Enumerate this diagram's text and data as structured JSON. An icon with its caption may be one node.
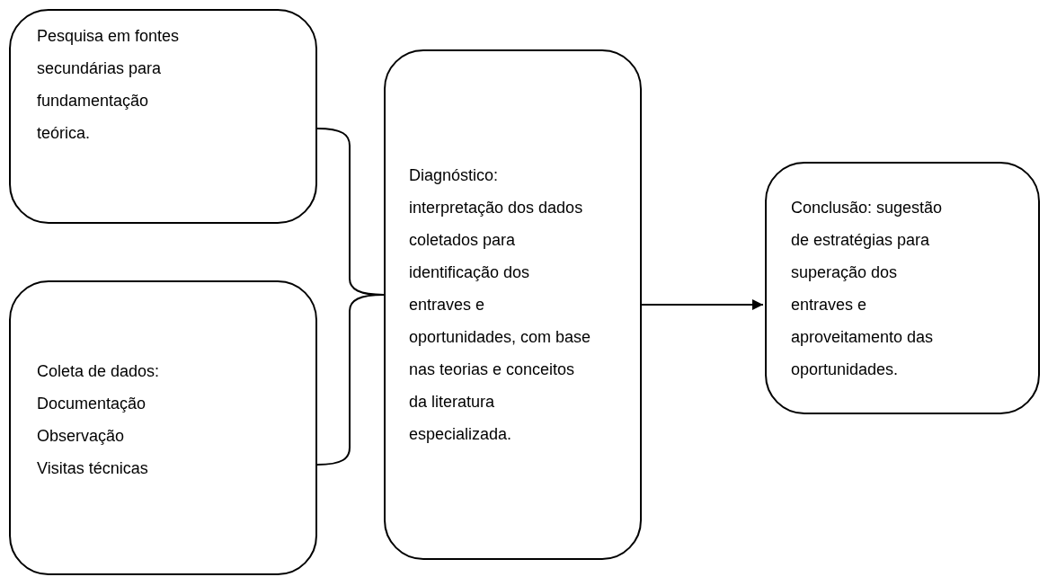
{
  "diagram": {
    "nodes": [
      {
        "text": [
          "Pesquisa em fontes secundárias para fundamentação teórica."
        ]
      },
      {
        "text": [
          "Coleta de dados:",
          "Documentação",
          "Observação",
          "Visitas técnicas"
        ]
      },
      {
        "text": [
          "Diagnóstico:",
          "interpretação dos dados coletados para identificação dos entraves e oportunidades, com base nas teorias e conceitos da literatura especializada."
        ]
      },
      {
        "text": [
          "Conclusão: sugestão de estratégias para superação dos entraves e aproveitamento das oportunidades."
        ]
      }
    ],
    "edges": [
      {
        "from": 0,
        "to": 2,
        "arrow": "none"
      },
      {
        "from": 1,
        "to": 2,
        "arrow": "none"
      },
      {
        "from": 2,
        "to": 3,
        "arrow": "to"
      }
    ]
  }
}
